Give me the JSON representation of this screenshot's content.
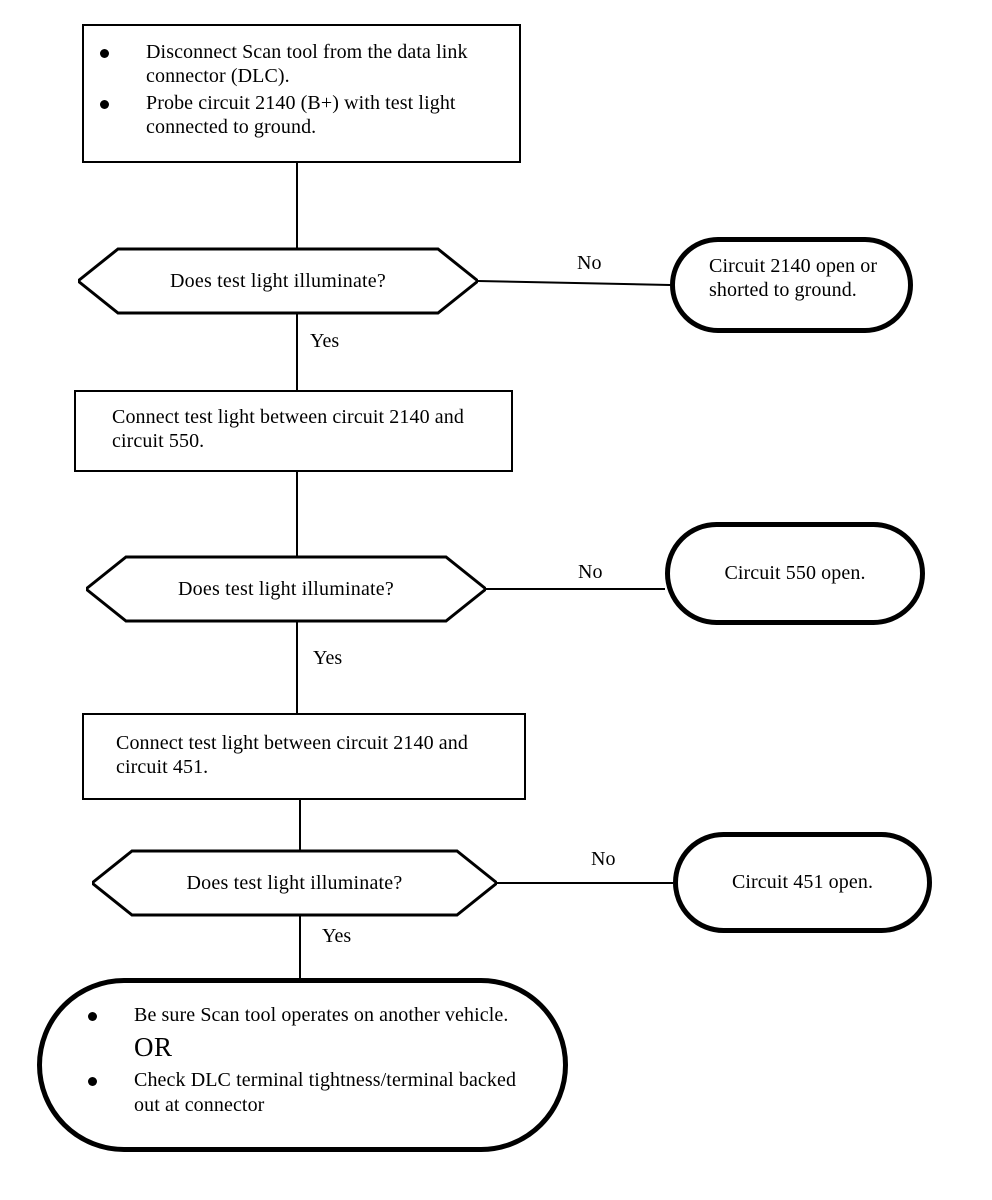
{
  "diagram": {
    "title": "Scan tool / DLC diagnostic flowchart",
    "ink_color": "#000000",
    "background_color": "#ffffff"
  },
  "nodes": {
    "start_box": {
      "type": "process",
      "bullets": [
        "Disconnect Scan tool from  the data link connector (DLC).",
        "Probe circuit 2140 (B+)  with  test light connected to ground."
      ]
    },
    "decision_1": {
      "type": "decision",
      "text": "Does test light illuminate?"
    },
    "terminator_1": {
      "type": "terminator",
      "text": "Circuit 2140 open or shorted to ground."
    },
    "process_2": {
      "type": "process",
      "text": "Connect test light between circuit 2140 and circuit 550."
    },
    "decision_2": {
      "type": "decision",
      "text": "Does test light illuminate?"
    },
    "terminator_2": {
      "type": "terminator",
      "text": "Circuit 550 open."
    },
    "process_3": {
      "type": "process",
      "text": "Connect test light between circuit 2140 and circuit 451."
    },
    "decision_3": {
      "type": "decision",
      "text": "Does test light illuminate?"
    },
    "terminator_3": {
      "type": "terminator",
      "text": "Circuit 451 open."
    },
    "end_box": {
      "type": "terminator",
      "bullet_1": "Be sure Scan tool operates on another vehicle.",
      "or_label": "OR",
      "bullet_2": "Check DLC terminal tightness/terminal backed out at connector"
    }
  },
  "edge_labels": {
    "no_1": "No",
    "yes_1": "Yes",
    "no_2": "No",
    "yes_2": "Yes",
    "no_3": "No",
    "yes_3": "Yes"
  }
}
